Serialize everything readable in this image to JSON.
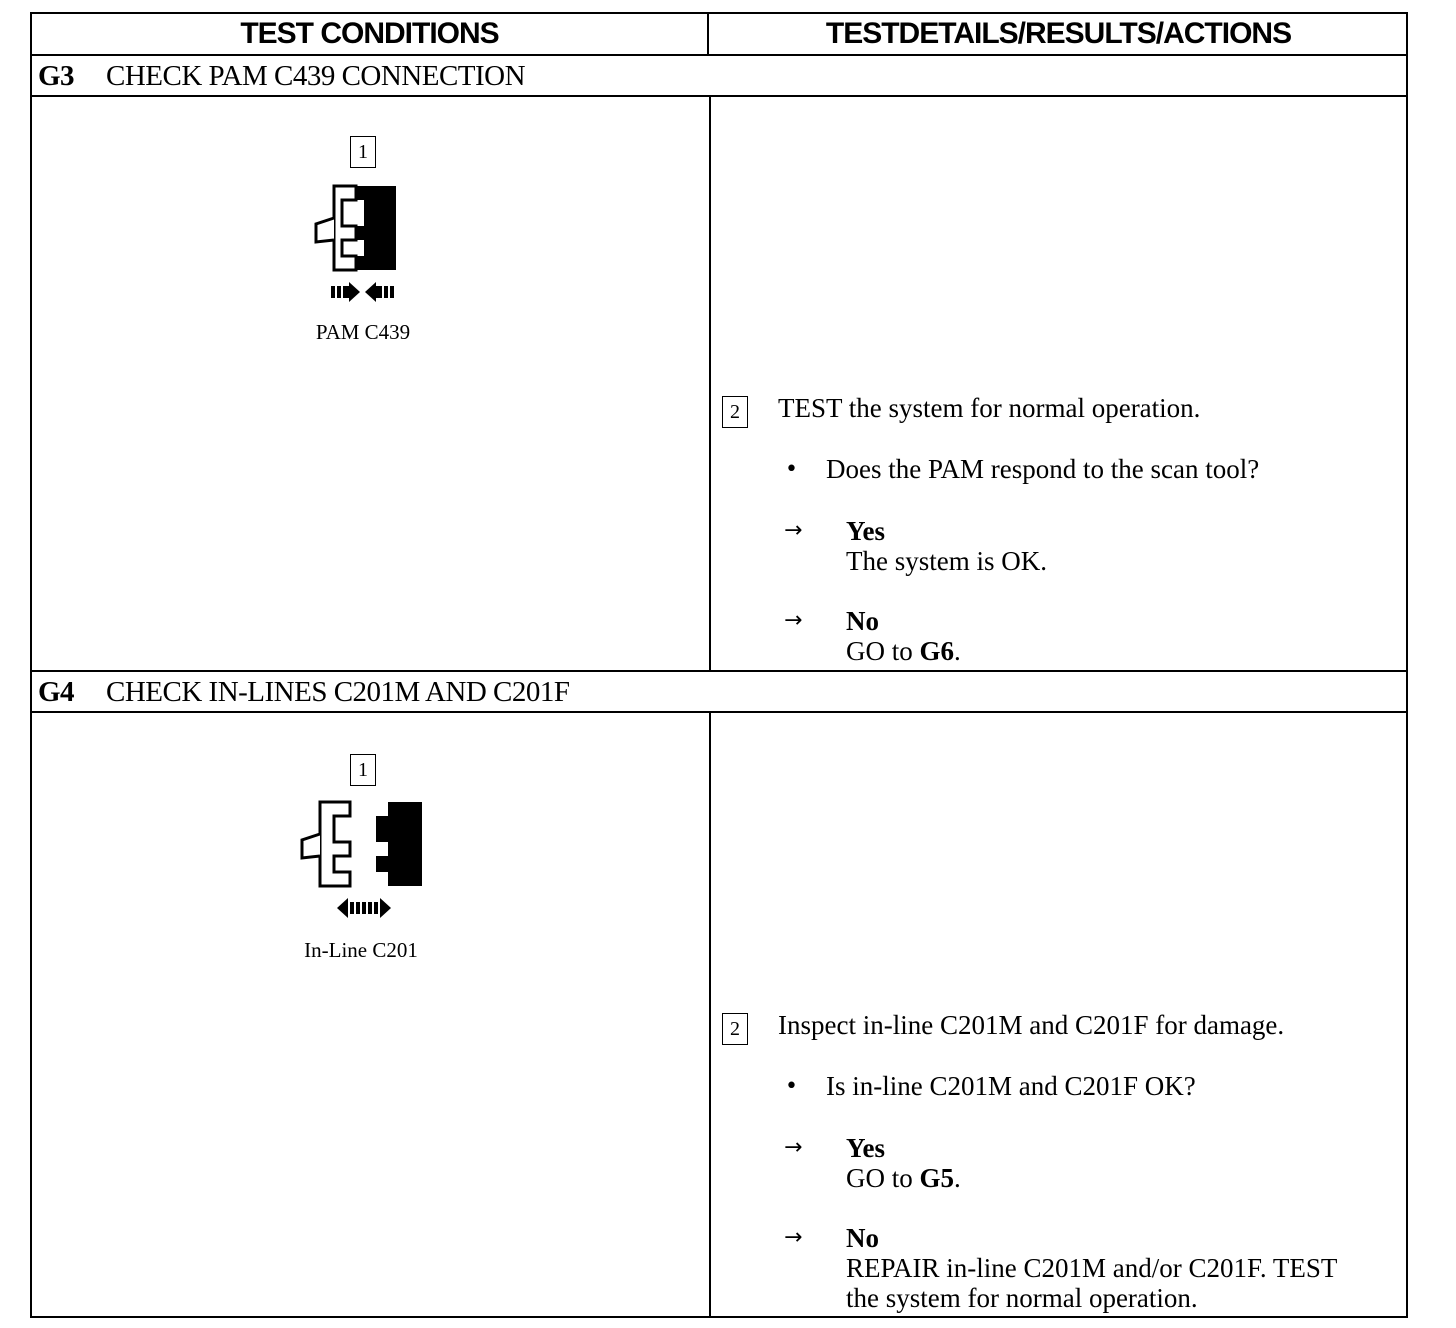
{
  "header": {
    "left": "TEST CONDITIONS",
    "right": "TESTDETAILS/RESULTS/ACTIONS"
  },
  "g3": {
    "id": "G3",
    "title": "CHECK PAM C439 CONNECTION",
    "step1_box": "1",
    "connector_caption": "PAM C439",
    "step2_box": "2",
    "instruction": "TEST the system for normal operation.",
    "question": "Does the PAM respond to the scan tool?",
    "yes_label": "Yes",
    "yes_text": "The system is OK.",
    "no_label": "No",
    "no_text_prefix": "GO to ",
    "no_text_ref": "G6",
    "no_text_suffix": "."
  },
  "g4": {
    "id": "G4",
    "title": "CHECK IN-LINES C201M AND C201F",
    "step1_box": "1",
    "connector_caption": "In-Line C201",
    "step2_box": "2",
    "instruction": "Inspect in-line C201M and C201F for damage.",
    "question": "Is in-line C201M and C201F OK?",
    "yes_label": "Yes",
    "yes_text_prefix": "GO to ",
    "yes_text_ref": "G5",
    "yes_text_suffix": ".",
    "no_label": "No",
    "no_text_line1": "REPAIR in-line C201M and/or C201F. TEST",
    "no_text_line2": "the system for normal operation."
  },
  "icons": {
    "bullet": "•",
    "arrow": "→"
  }
}
